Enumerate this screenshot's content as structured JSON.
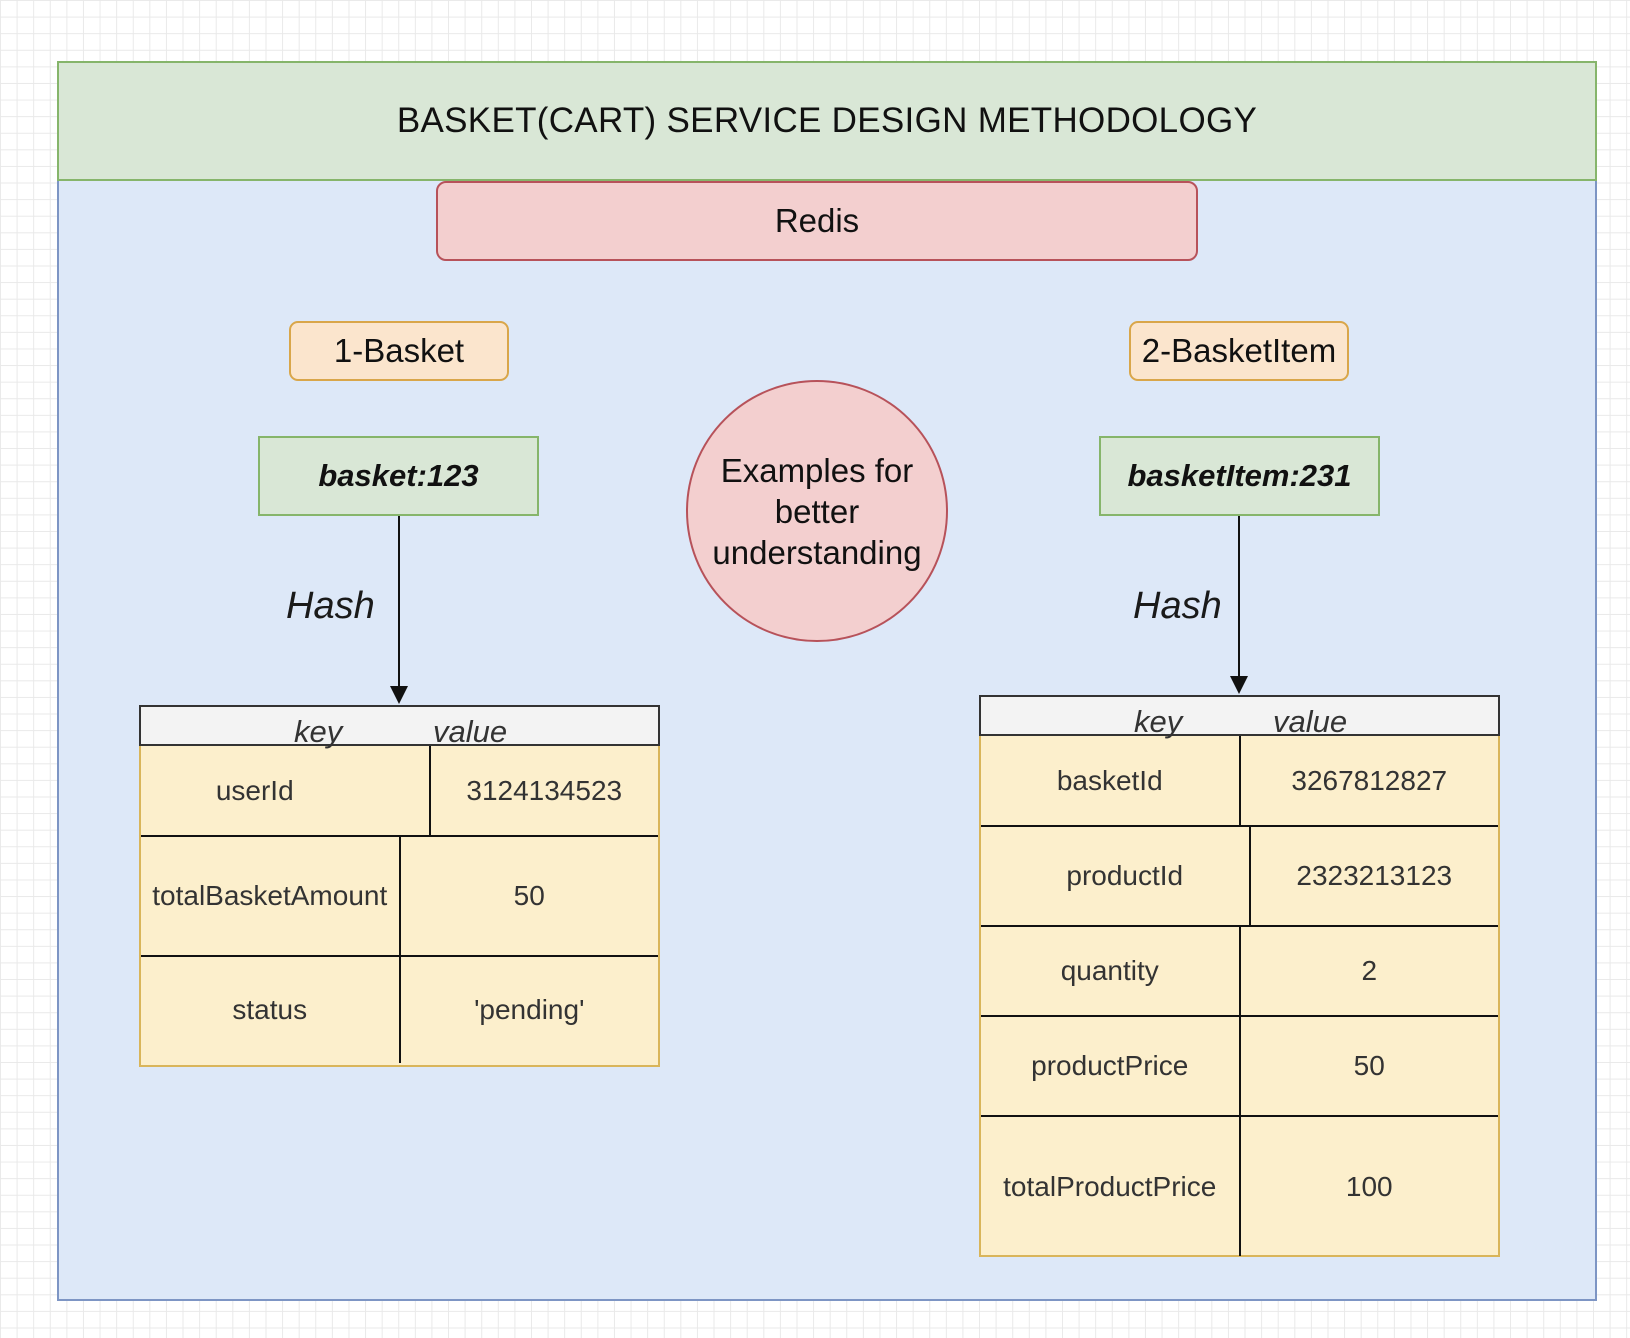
{
  "header": {
    "title": "BASKET(CART) SERVICE DESIGN METHODOLOGY"
  },
  "redis": {
    "label": "Redis"
  },
  "center_note": {
    "text": "Examples for better understanding"
  },
  "basket": {
    "section_label": "1-Basket",
    "key": "basket:123",
    "structure_label": "Hash",
    "table": {
      "headers": [
        "key",
        "value"
      ],
      "rows": [
        {
          "key": "userId",
          "value": "3124134523"
        },
        {
          "key": "totalBasketAmount",
          "value": "50"
        },
        {
          "key": "status",
          "value": "'pending'"
        }
      ]
    }
  },
  "basket_item": {
    "section_label": "2-BasketItem",
    "key": "basketItem:231",
    "structure_label": "Hash",
    "table": {
      "headers": [
        "key",
        "value"
      ],
      "rows": [
        {
          "key": "basketId",
          "value": "3267812827"
        },
        {
          "key": "productId",
          "value": "2323213123"
        },
        {
          "key": "quantity",
          "value": "2"
        },
        {
          "key": "productPrice",
          "value": "50"
        },
        {
          "key": "totalProductPrice",
          "value": "100"
        }
      ]
    }
  },
  "colors": {
    "frame_fill": "#dde8f8",
    "header_fill": "#d9e7d6",
    "redis_fill": "#f3cfcf",
    "label_fill": "#fbe5cd",
    "table_fill": "#fcefcc"
  }
}
